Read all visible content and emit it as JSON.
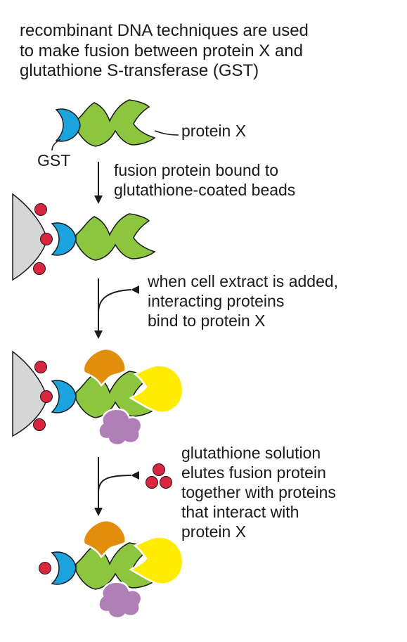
{
  "title": "recombinant DNA techniques are used\nto make fusion between protein X and\nglutathione S-transferase (GST)",
  "labels": {
    "protein_x": "protein X",
    "gst": "GST"
  },
  "steps": [
    {
      "text": "fusion protein bound to\nglutathione-coated beads"
    },
    {
      "text": "when cell extract is added,\ninteracting proteins\nbind to protein X"
    },
    {
      "text": "glutathione solution\nelutes fusion protein\ntogether with proteins\nthat interact with\nprotein X"
    }
  ],
  "colors": {
    "gst": "#1aa3dc",
    "protein_x": "#8cc63f",
    "bead": "#d6d6d6",
    "glutathione": "#d7263d",
    "orange_protein": "#e08e0b",
    "yellow_protein": "#ffec00",
    "purple_protein": "#b07fb8",
    "arrow": "#1a1a1a"
  }
}
